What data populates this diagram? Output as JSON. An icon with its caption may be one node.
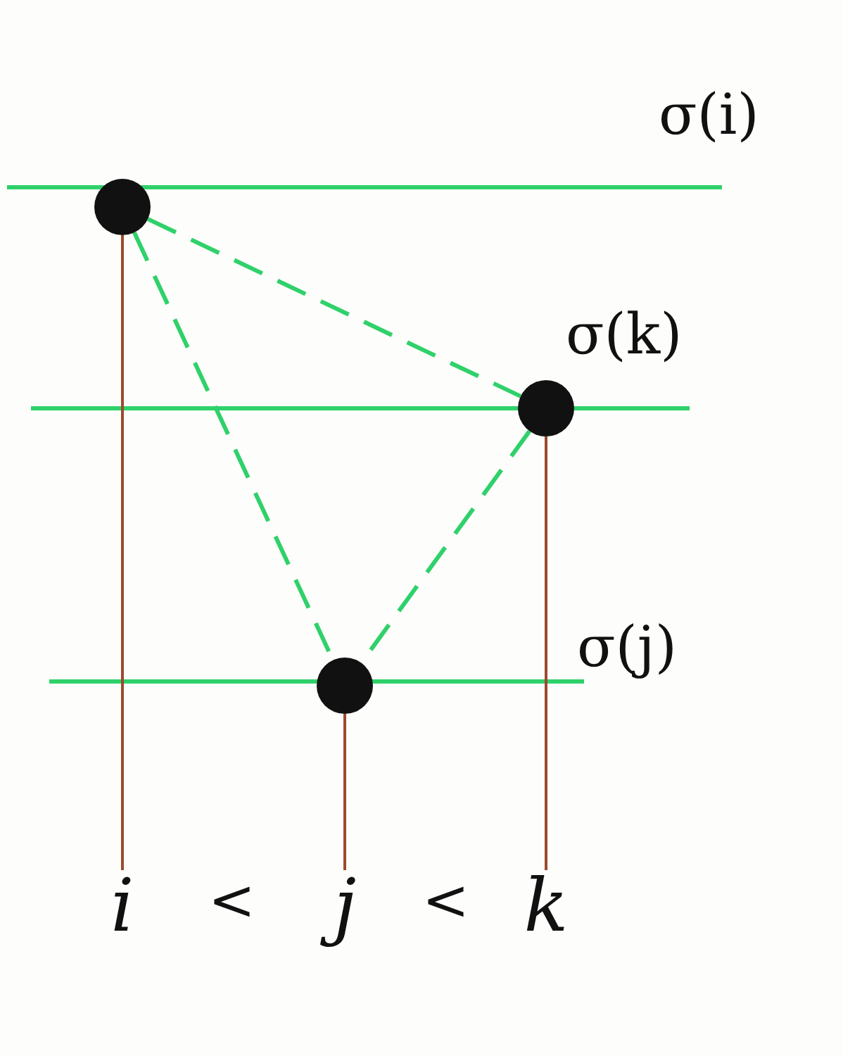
{
  "diagram": {
    "nodes": [
      {
        "text": [],
        "shape": "circle"
      },
      {
        "text": [],
        "shape": "circle"
      },
      {
        "text": [],
        "shape": "circle"
      },
      {
        "text": [
          "i"
        ]
      },
      {
        "text": [
          "j"
        ]
      },
      {
        "text": [
          "k"
        ]
      }
    ],
    "edges": [
      {
        "from": 0,
        "to": 1,
        "arrow": "none",
        "style": "dashed",
        "color": "#2fd16a"
      },
      {
        "from": 0,
        "to": 2,
        "arrow": "none",
        "style": "dashed",
        "color": "#2fd16a"
      },
      {
        "from": 1,
        "to": 2,
        "arrow": "none",
        "style": "dashed",
        "color": "#2fd16a"
      },
      {
        "from": 0,
        "to": 3,
        "arrow": "none",
        "color": "#9c4a2e"
      },
      {
        "from": 2,
        "to": 4,
        "arrow": "none",
        "color": "#9c4a2e"
      },
      {
        "from": 1,
        "to": 5,
        "arrow": "none",
        "color": "#9c4a2e"
      }
    ],
    "labels": [
      "σ(i)",
      "σ(k)",
      "σ(j)",
      "<",
      "<"
    ]
  }
}
